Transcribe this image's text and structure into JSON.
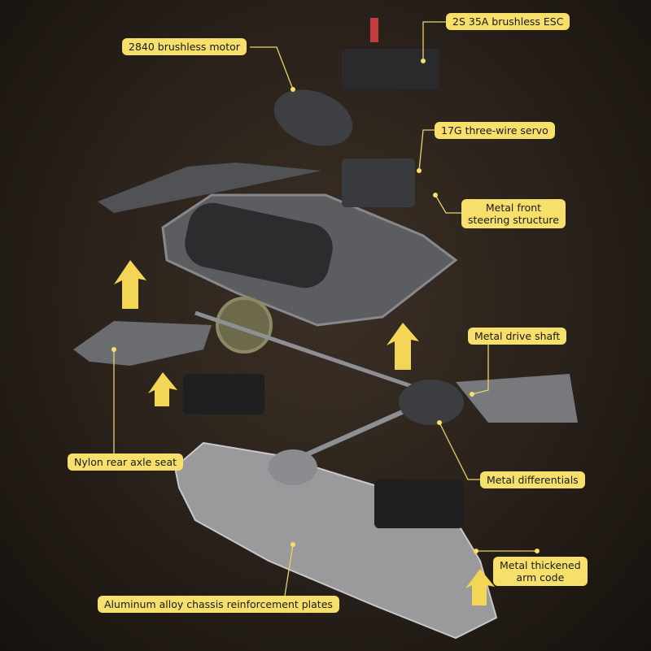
{
  "callouts": {
    "motor": "2840 brushless motor",
    "esc": "2S 35A brushless ESC",
    "servo": "17G three-wire servo",
    "steering_1": "Metal front",
    "steering_2": "steering structure",
    "drive_shaft": "Metal drive shaft",
    "rear_axle_seat": "Nylon rear axle seat",
    "differentials": "Metal differentials",
    "arm_code_1": "Metal thickened",
    "arm_code_2": "arm code",
    "chassis_plates": "Aluminum alloy chassis reinforcement plates"
  },
  "colors": {
    "label_bg": "#f6df6a",
    "leader": "#e8d36a",
    "arrow": "#f3d656"
  }
}
